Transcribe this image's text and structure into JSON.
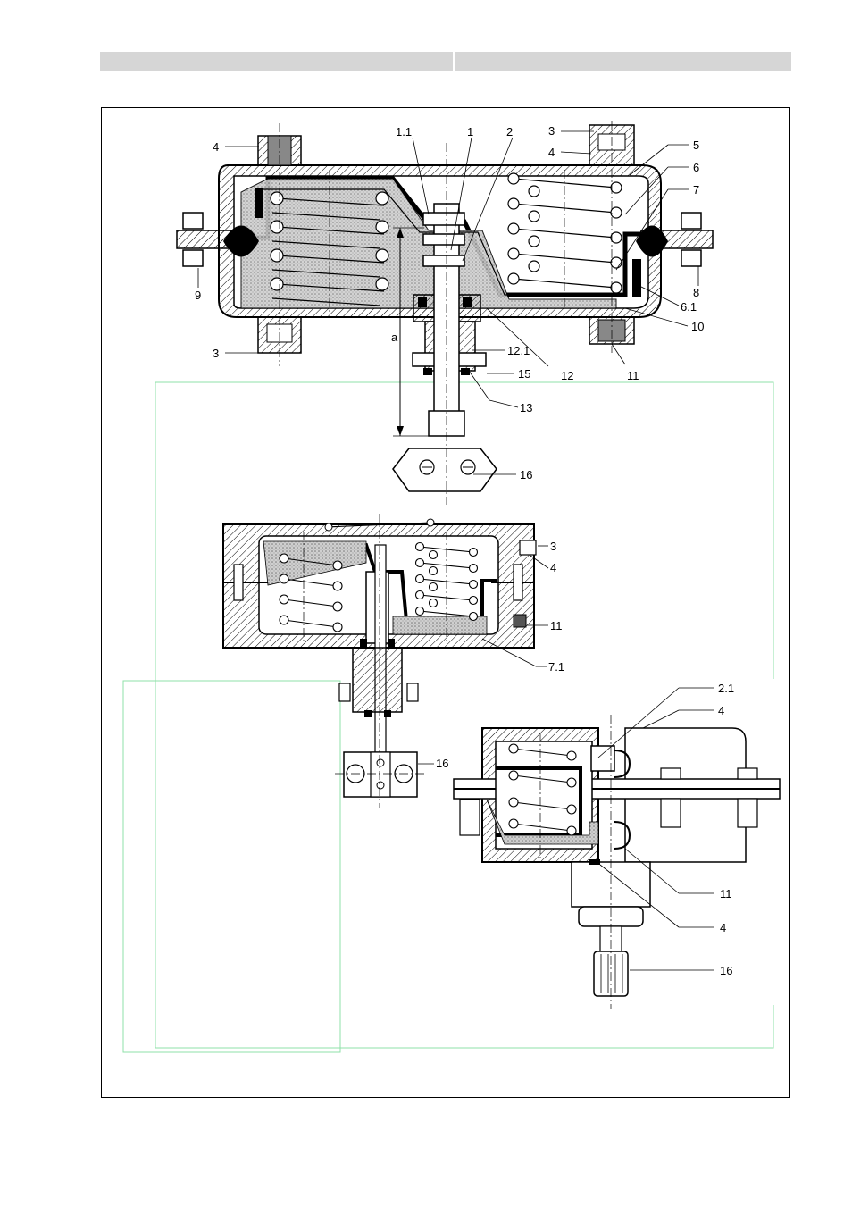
{
  "labels": {
    "top": {
      "l4a": "4",
      "l11": "1.1",
      "l1": "1",
      "l2": "2",
      "l3a": "3",
      "l4b": "4",
      "l5": "5",
      "l6": "6",
      "l7": "7",
      "l9": "9",
      "l8": "8",
      "l61": "6.1",
      "l10": "10",
      "l3b": "3",
      "l121": "12.1",
      "l12": "12",
      "l11b": "11",
      "l15": "15",
      "l13": "13",
      "la": "a",
      "l16": "16"
    },
    "middle": {
      "l3": "3",
      "l4": "4",
      "l11": "11",
      "l71": "7.1",
      "l16": "16"
    },
    "bottom": {
      "l21": "2.1",
      "l4a": "4",
      "l11": "11",
      "l4b": "4",
      "l16": "16"
    }
  }
}
